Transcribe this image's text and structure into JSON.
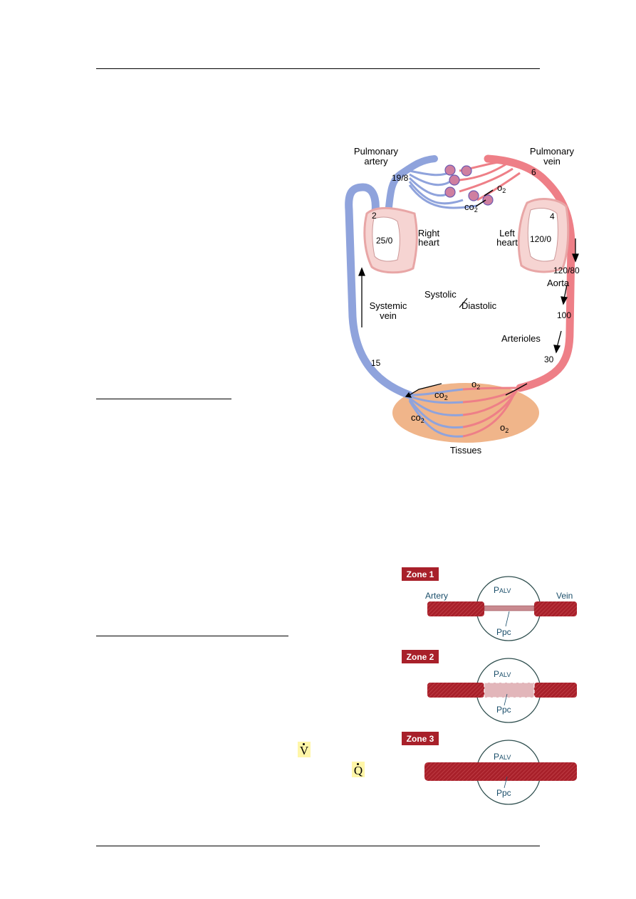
{
  "circulation": {
    "pulmonary_artery": [
      "Pulmonary",
      "artery"
    ],
    "pulmonary_vein": [
      "Pulmonary",
      "vein"
    ],
    "pa_pressure": "19/8",
    "pv_pressure": "6",
    "o2": "o",
    "o2_sub": "2",
    "co2": "co",
    "co2_sub": "2",
    "ra_pressure": "2",
    "rv_pressure": "25/0",
    "right_heart": [
      "Right",
      "heart"
    ],
    "la_pressure": "4",
    "lv_pressure": "120/0",
    "left_heart": [
      "Left",
      "heart"
    ],
    "aorta_pressure": "120/80",
    "aorta": "Aorta",
    "systolic": "Systolic",
    "diastolic": "Diastolic",
    "systemic_vein": [
      "Systemic",
      "vein"
    ],
    "artery_pressure": "100",
    "arterioles": "Arterioles",
    "arteriole_pressure": "30",
    "vein_pressure": "15",
    "tissues": "Tissues"
  },
  "zones": {
    "zone1": "Zone 1",
    "zone2": "Zone 2",
    "zone3": "Zone 3",
    "artery": "Artery",
    "vein": "Vein",
    "palv_p": "P",
    "palv_sub": "ALV",
    "ppc": "Ppc"
  },
  "symbols": {
    "v_dot": "V",
    "q_dot": "Q"
  },
  "colors": {
    "blue": "#8fa3dc",
    "red": "#ee7f87",
    "zone_red": "#a8202a",
    "tissue": "#f0b58a"
  }
}
